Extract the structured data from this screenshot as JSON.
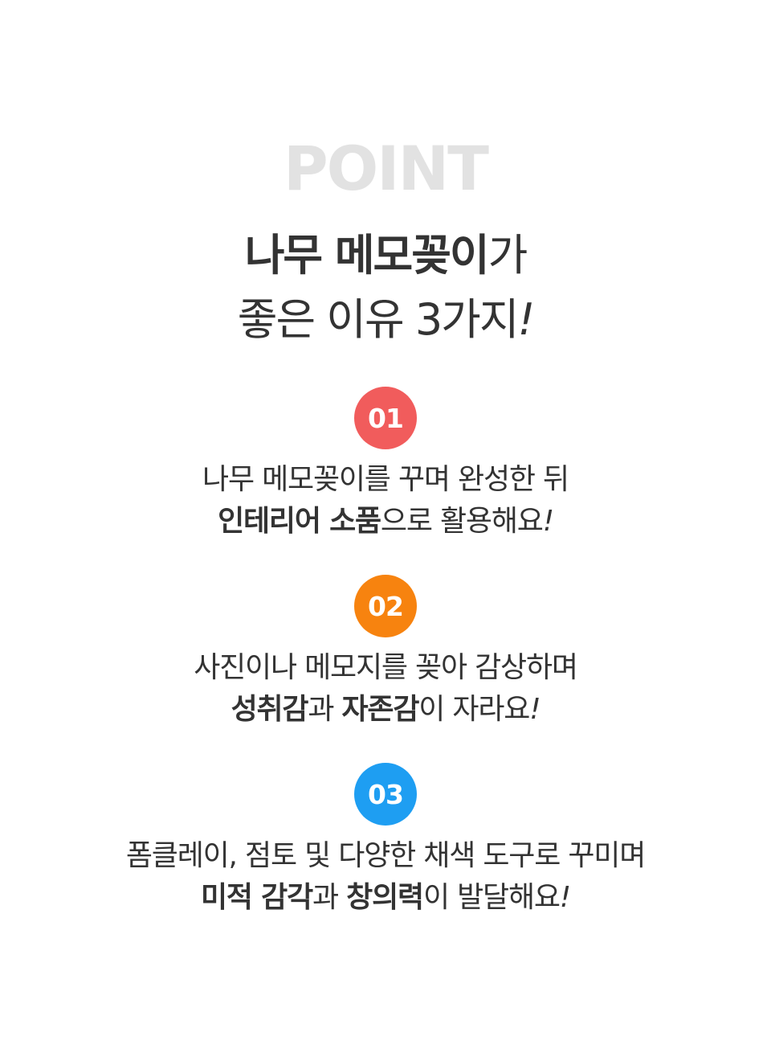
{
  "header": {
    "logo_text": "POINT",
    "logo_color": "#e2e2e2",
    "title_line1_bold": "나무 메모꽂이",
    "title_line1_light": "가",
    "title_line2": "좋은 이유 3가지",
    "title_line2_bang": "!"
  },
  "points": [
    {
      "number": "01",
      "badge_color": "#f15c5c",
      "line1": "나무 메모꽂이를 꾸며 완성한 뒤",
      "line2_bold": "인테리어 소품",
      "line2_rest": "으로 활용해요",
      "bang": "!"
    },
    {
      "number": "02",
      "badge_color": "#f7830f",
      "line1": "사진이나 메모지를 꽂아 감상하며",
      "line2_bold_a": "성취감",
      "line2_mid": "과 ",
      "line2_bold_b": "자존감",
      "line2_rest": "이 자라요",
      "bang": "!"
    },
    {
      "number": "03",
      "badge_color": "#1e9ef2",
      "line1": "폼클레이, 점토 및 다양한 채색 도구로 꾸미며",
      "line2_bold_a": "미적 감각",
      "line2_mid": "과 ",
      "line2_bold_b": "창의력",
      "line2_rest": "이 발달해요",
      "bang": "!"
    }
  ]
}
